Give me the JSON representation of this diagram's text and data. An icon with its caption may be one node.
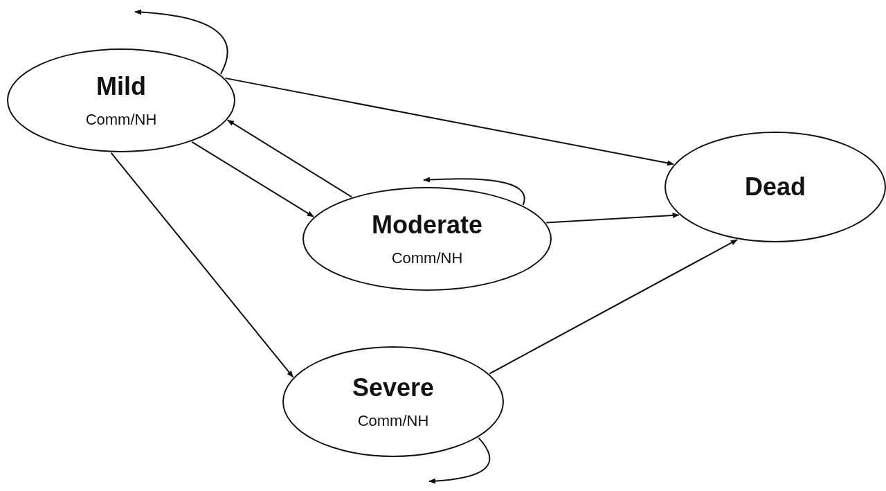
{
  "diagram": {
    "nodes": [
      {
        "text": [
          "Mild",
          "Comm/NH"
        ]
      },
      {
        "text": [
          "Moderate",
          "Comm/NH"
        ]
      },
      {
        "text": [
          "Severe",
          "Comm/NH"
        ]
      },
      {
        "text": [
          "Dead"
        ]
      }
    ],
    "edges": [
      {
        "from": 0,
        "to": 0,
        "arrow": "to"
      },
      {
        "from": 0,
        "to": 3,
        "arrow": "to"
      },
      {
        "from": 0,
        "to": 1,
        "arrow": "to"
      },
      {
        "from": 1,
        "to": 0,
        "arrow": "to"
      },
      {
        "from": 0,
        "to": 2,
        "arrow": "to"
      },
      {
        "from": 1,
        "to": 1,
        "arrow": "to"
      },
      {
        "from": 1,
        "to": 3,
        "arrow": "to"
      },
      {
        "from": 2,
        "to": 3,
        "arrow": "to"
      },
      {
        "from": 2,
        "to": 2,
        "arrow": "to"
      }
    ]
  }
}
